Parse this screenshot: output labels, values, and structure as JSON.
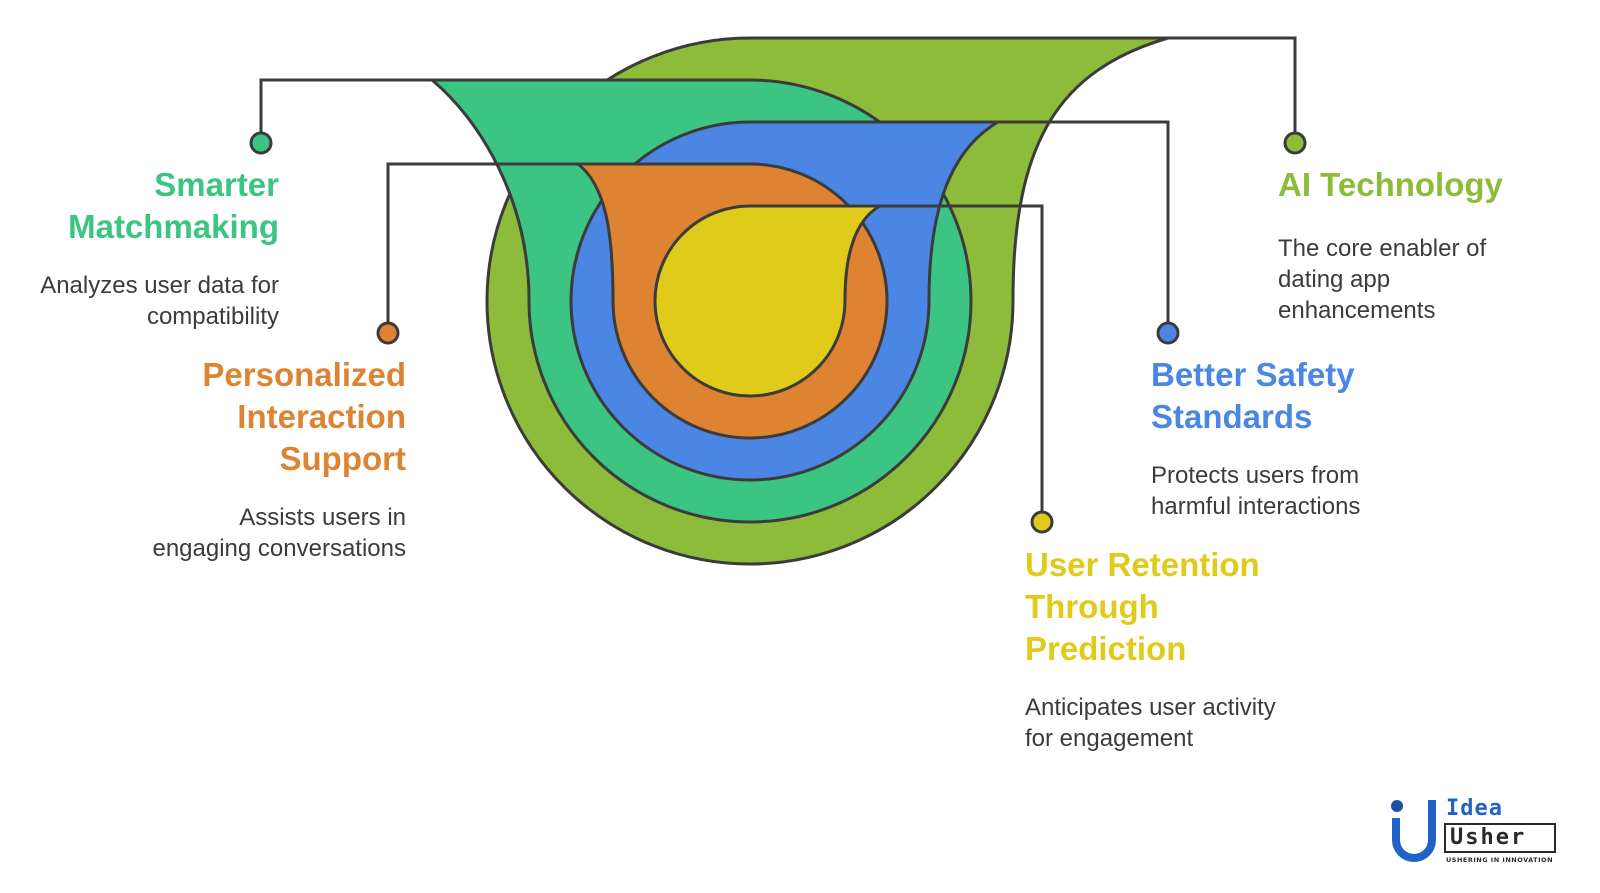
{
  "colors": {
    "ai": "#8dbb3a",
    "matchmaking": "#3cc482",
    "safety": "#4c86e4",
    "personalized": "#dd8332",
    "retention": "#e0cb1a",
    "outline": "#3b3b3b"
  },
  "items": {
    "ai_technology": {
      "title": "AI Technology",
      "description": "The core enabler of\ndating app\nenhancements"
    },
    "smarter_matchmaking": {
      "title": "Smarter\nMatchmaking",
      "description": "Analyzes user data for\ncompatibility"
    },
    "better_safety": {
      "title": "Better Safety\nStandards",
      "description": "Protects users from\nharmful interactions"
    },
    "personalized_interaction": {
      "title": "Personalized\nInteraction\nSupport",
      "description": "Assists users in\nengaging conversations"
    },
    "user_retention": {
      "title": "User Retention\nThrough\nPrediction",
      "description": "Anticipates user activity\nfor engagement"
    }
  },
  "logo": {
    "line1": "Idea",
    "line2": "Usher",
    "tagline": "USHERING IN INNOVATION"
  }
}
